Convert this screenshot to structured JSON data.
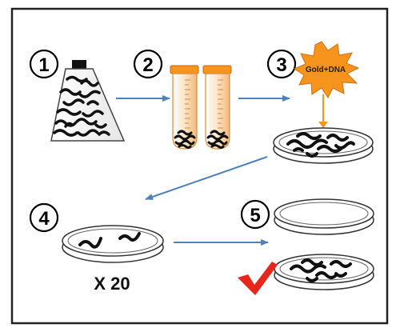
{
  "steps": [
    {
      "number": "1"
    },
    {
      "number": "2"
    },
    {
      "number": "3"
    },
    {
      "number": "4"
    },
    {
      "number": "5"
    }
  ],
  "starburst_label": "Gold+DNA",
  "multiplier_label": "X 20",
  "colors": {
    "arrow": "#4f81bd",
    "tube": "#f7941d",
    "starburst": "#f7941d",
    "checkmark": "#e8251a",
    "worm": "#111111"
  },
  "icons": {
    "checkmark": "checkmark-icon"
  }
}
